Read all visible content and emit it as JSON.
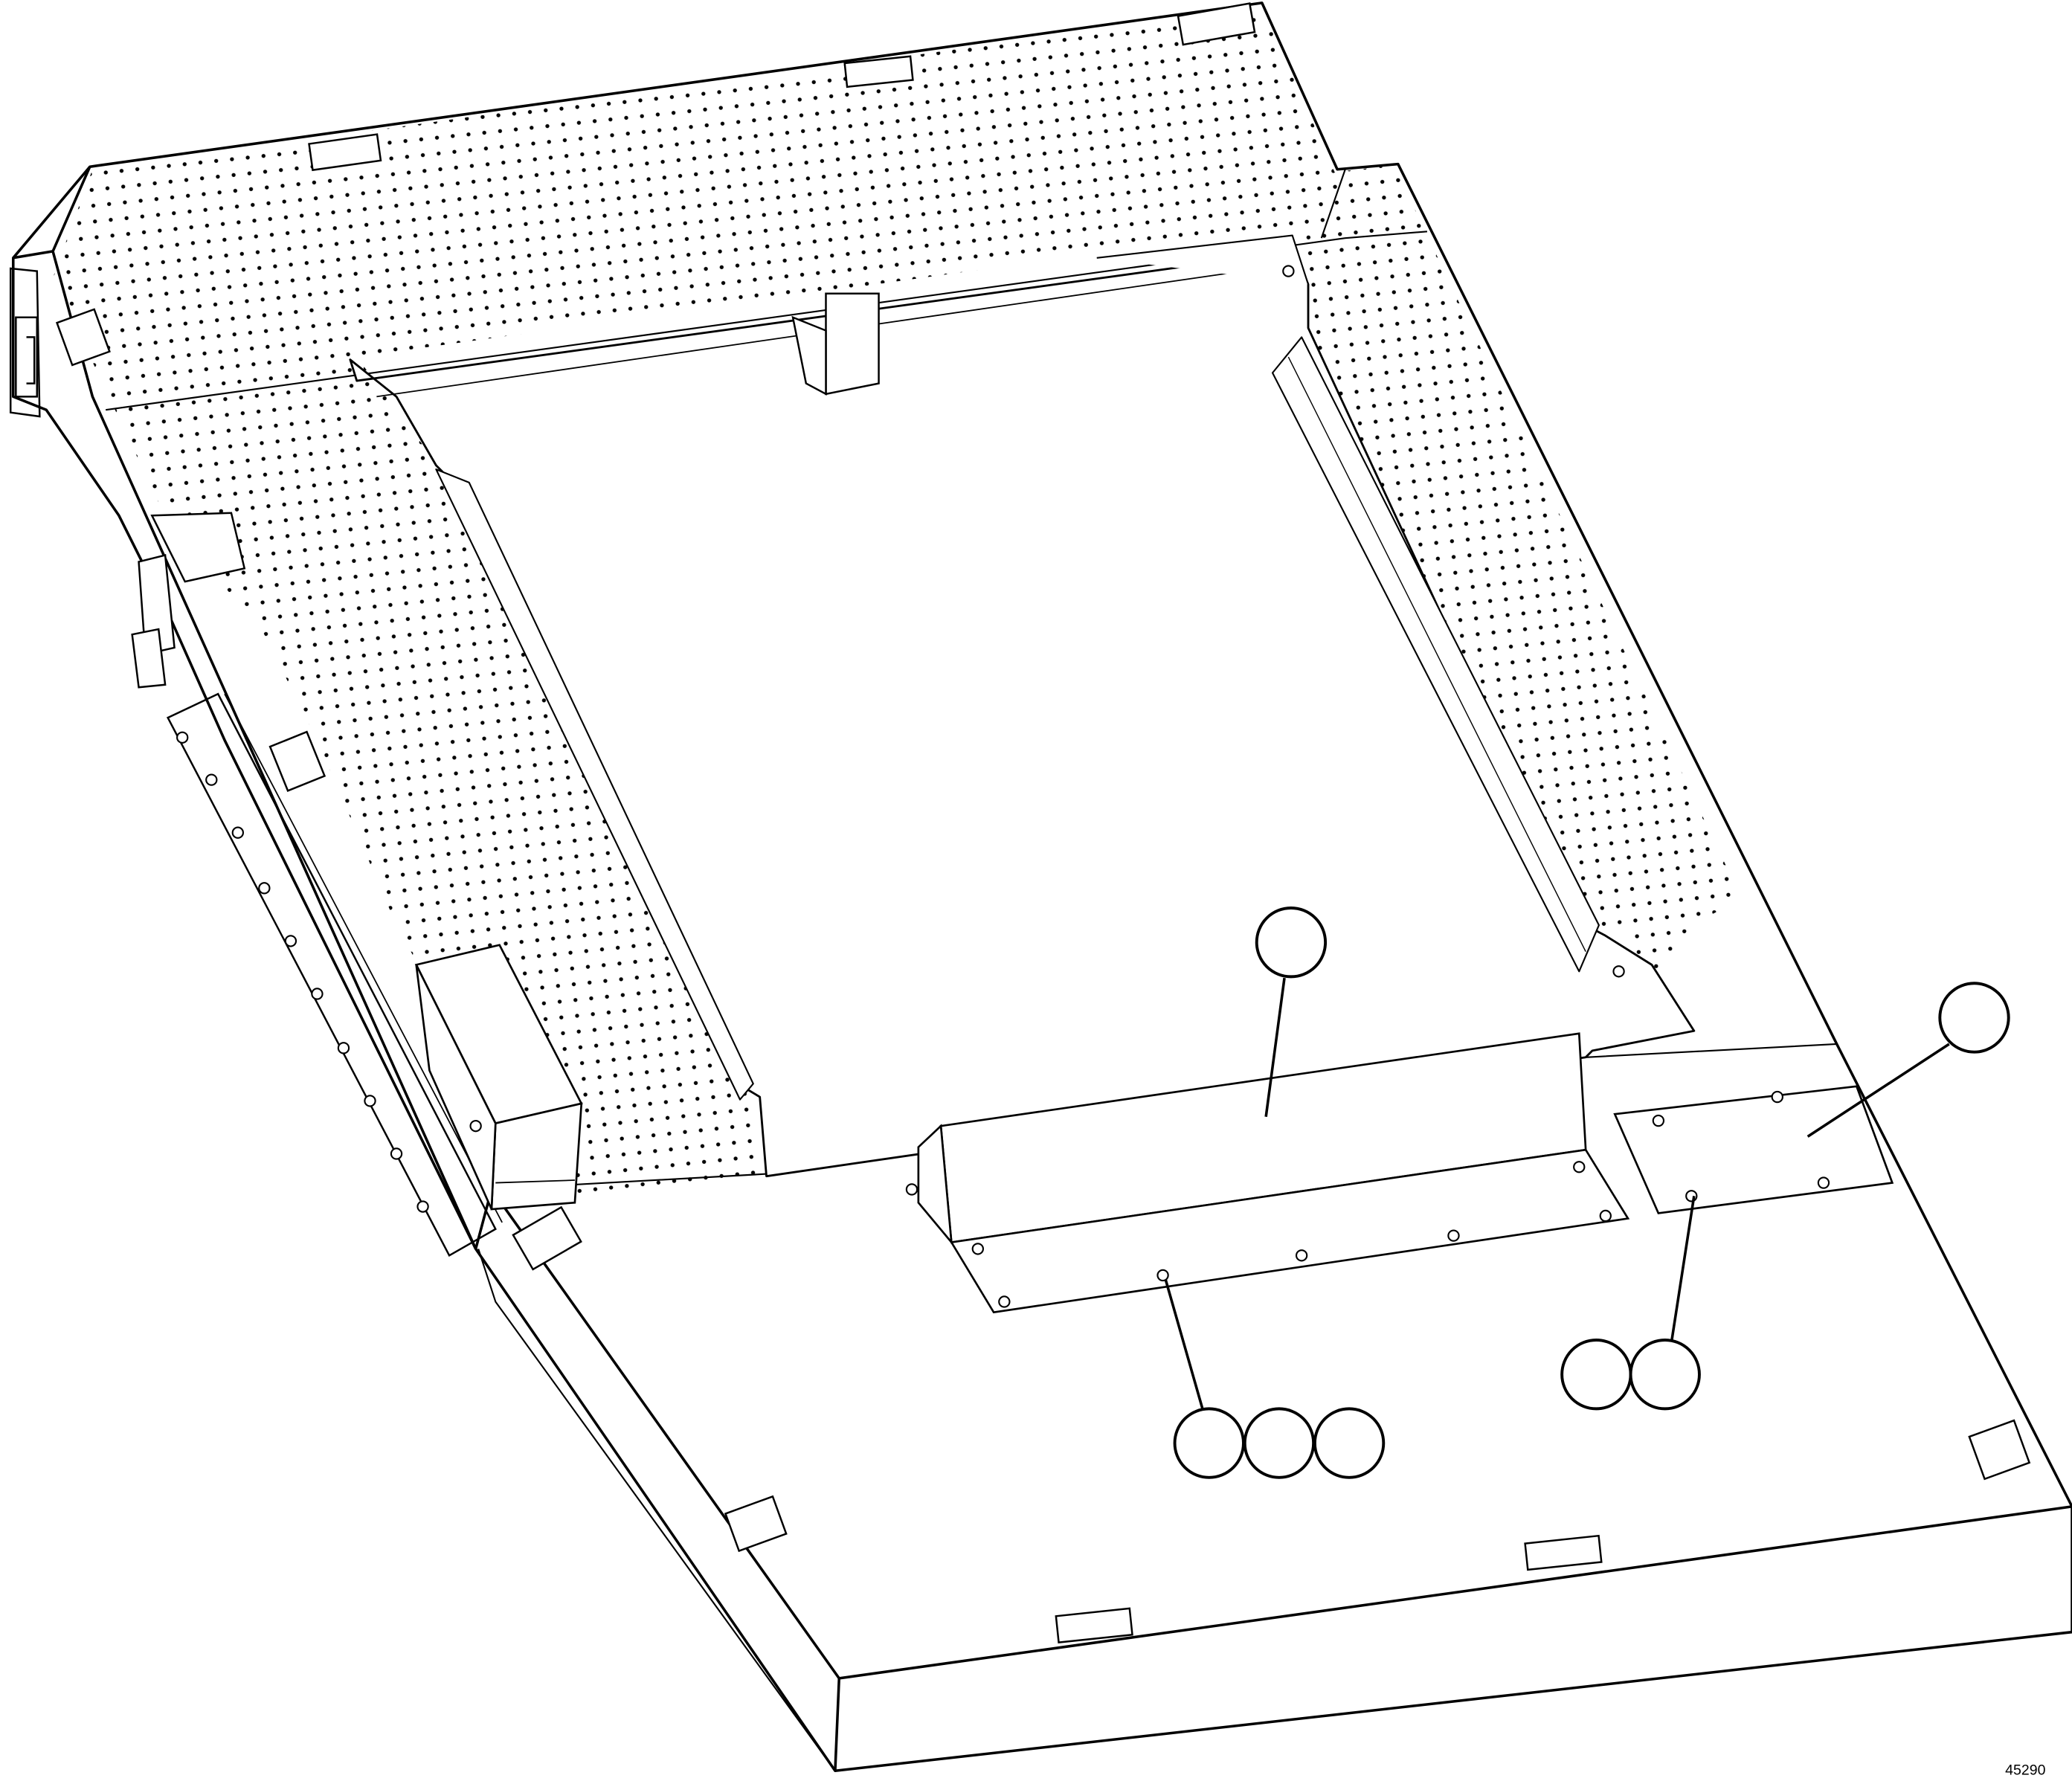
{
  "drawing": {
    "figure_number": "45290",
    "callouts": [
      {
        "id": "1",
        "label": ""
      },
      {
        "id": "2",
        "label": ""
      },
      {
        "id": "3",
        "label": ""
      },
      {
        "id": "4",
        "label": ""
      },
      {
        "id": "5",
        "label": ""
      },
      {
        "id": "6",
        "label": ""
      },
      {
        "id": "7",
        "label": ""
      }
    ],
    "colors": {
      "line": "#000000",
      "background": "#ffffff"
    }
  }
}
